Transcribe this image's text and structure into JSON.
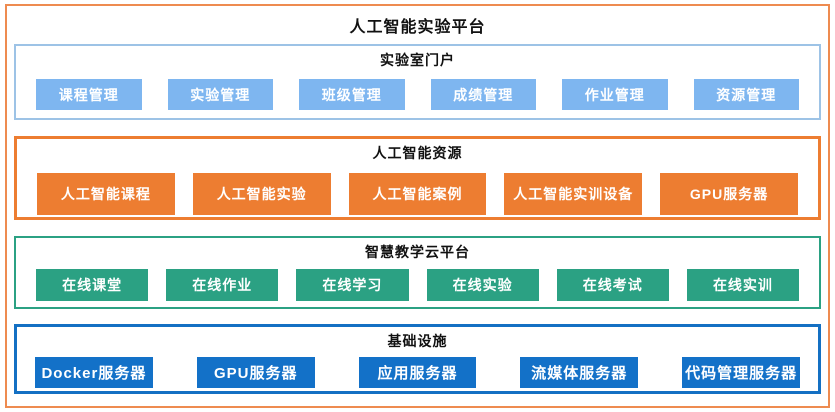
{
  "page_title": "人工智能实验平台",
  "outer_border_color": "#EE8B50",
  "sections": [
    {
      "title": "实验室门户",
      "accent_color": "#7EB6F0",
      "border_color": "#9DC3E6",
      "items": [
        "课程管理",
        "实验管理",
        "班级管理",
        "成绩管理",
        "作业管理",
        "资源管理"
      ]
    },
    {
      "title": "人工智能资源",
      "accent_color": "#ED7D31",
      "border_color": "#ED7D31",
      "items": [
        "人工智能课程",
        "人工智能实验",
        "人工智能案例",
        "人工智能实训设备",
        "GPU服务器"
      ]
    },
    {
      "title": "智慧教学云平台",
      "accent_color": "#2BA183",
      "border_color": "#2BA183",
      "items": [
        "在线课堂",
        "在线作业",
        "在线学习",
        "在线实验",
        "在线考试",
        "在线实训"
      ]
    },
    {
      "title": "基础设施",
      "accent_color": "#1371C8",
      "border_color": "#1470C3",
      "items": [
        "Docker服务器",
        "GPU服务器",
        "应用服务器",
        "流媒体服务器",
        "代码管理服务器"
      ]
    }
  ]
}
